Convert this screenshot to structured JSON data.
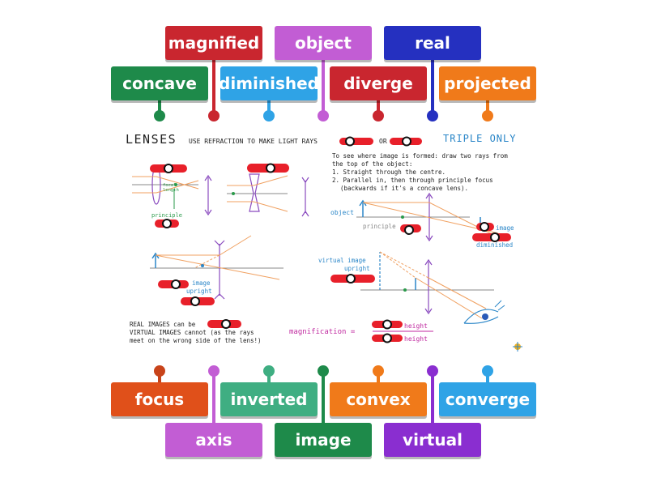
{
  "colors": {
    "green": "#1e8a4a",
    "red": "#c9262f",
    "purple": "#c25dd4",
    "blue": "#2530c0",
    "skyblue": "#2fa3e6",
    "orange": "#f07a1a",
    "darkred": "#c8431a",
    "seagreen": "#3fae82",
    "violet": "#8a2ed0",
    "marker": "#e8202a"
  },
  "top_tiles": [
    {
      "label": "magnified"
    },
    {
      "label": "object"
    },
    {
      "label": "real"
    },
    {
      "label": "concave"
    },
    {
      "label": "diminished"
    },
    {
      "label": "diverge"
    },
    {
      "label": "projected"
    }
  ],
  "bottom_tiles": [
    {
      "label": "focus"
    },
    {
      "label": "inverted"
    },
    {
      "label": "convex"
    },
    {
      "label": "converge"
    },
    {
      "label": "axis"
    },
    {
      "label": "image"
    },
    {
      "label": "virtual"
    }
  ],
  "diagram": {
    "title": "LENSES",
    "subtitle": "USE REFRACTION TO MAKE LIGHT RAYS",
    "or": "OR",
    "triple": "TRIPLE ONLY",
    "instr_1": "To see where image is formed: draw two rays from",
    "instr_2": "the top of the object:",
    "instr_3": "1. Straight through the centre.",
    "instr_4": "2. Parallel in, then through principle focus",
    "instr_5": "(backwards if it's a concave lens).",
    "focal_1": "focal",
    "focal_2": "length",
    "principle": "principle",
    "object": "object",
    "principle2": "principle",
    "image": "image",
    "diminished": "diminished",
    "image2": "image",
    "upright": "upright",
    "virtual_image": "virtual image",
    "upright2": "upright",
    "real_images": "REAL IMAGES can be",
    "virtual_images": "VIRTUAL IMAGES cannot (as the rays",
    "wrong_side": "meet on the wrong side of the lens!)",
    "magnification": "magnification =",
    "height1": "height",
    "height2": "height"
  }
}
